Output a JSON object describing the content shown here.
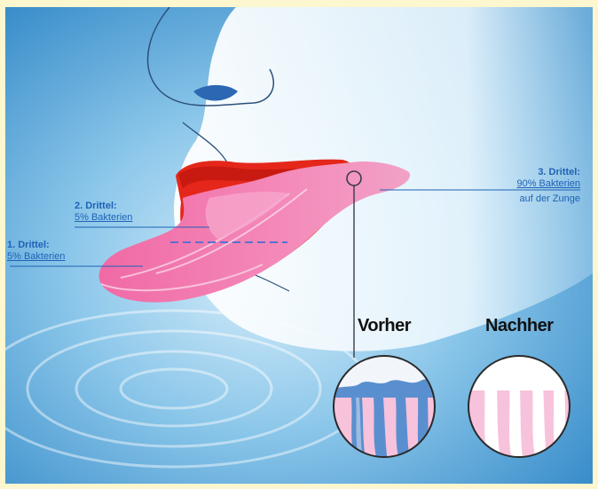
{
  "labels": {
    "third1": {
      "title": "1. Drittel:",
      "value": "5% Bakterien"
    },
    "third2": {
      "title": "2. Drittel:",
      "value": "5% Bakterien"
    },
    "third3": {
      "title": "3. Drittel:",
      "value": "90% Bakterien",
      "subtitle": "auf der Zunge"
    }
  },
  "comparison": {
    "before": "Vorher",
    "after": "Nachher"
  },
  "colors": {
    "tongue": "#f27bb0",
    "lips": "#e4271a",
    "bacteria": "#5a8fcf",
    "label": "#1e62b6",
    "border": "#fdf7cf"
  }
}
